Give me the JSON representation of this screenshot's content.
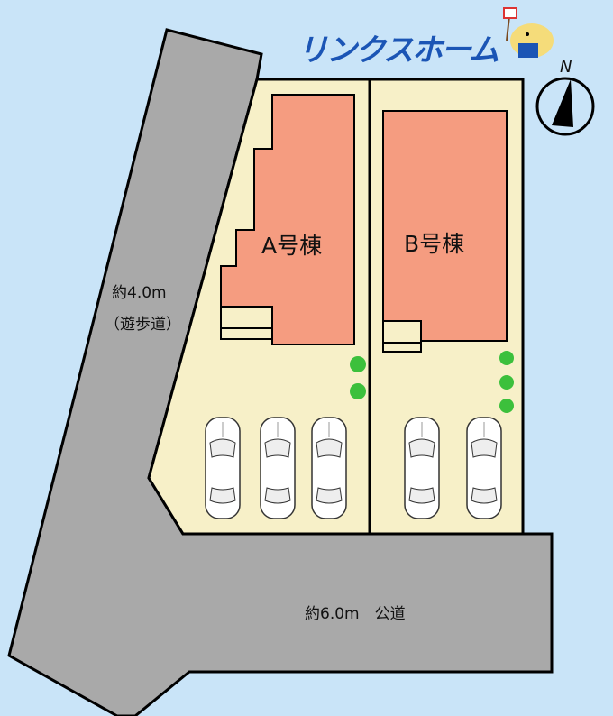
{
  "logo": {
    "brand": "リンクスホーム"
  },
  "compass": {
    "label": "N"
  },
  "lots": [
    {
      "label": "A号棟"
    },
    {
      "label": "B号棟"
    }
  ],
  "walkway": {
    "width": "約4.0m",
    "type": "（遊歩道）"
  },
  "public_road": {
    "label": "約6.0m　公道"
  },
  "colors": {
    "background": "#c9e4f8",
    "road": "#a9a9a9",
    "lot": "#f7f0c8",
    "building": "#f59c80",
    "tree": "#3cc03c",
    "brand": "#1b55b5"
  }
}
